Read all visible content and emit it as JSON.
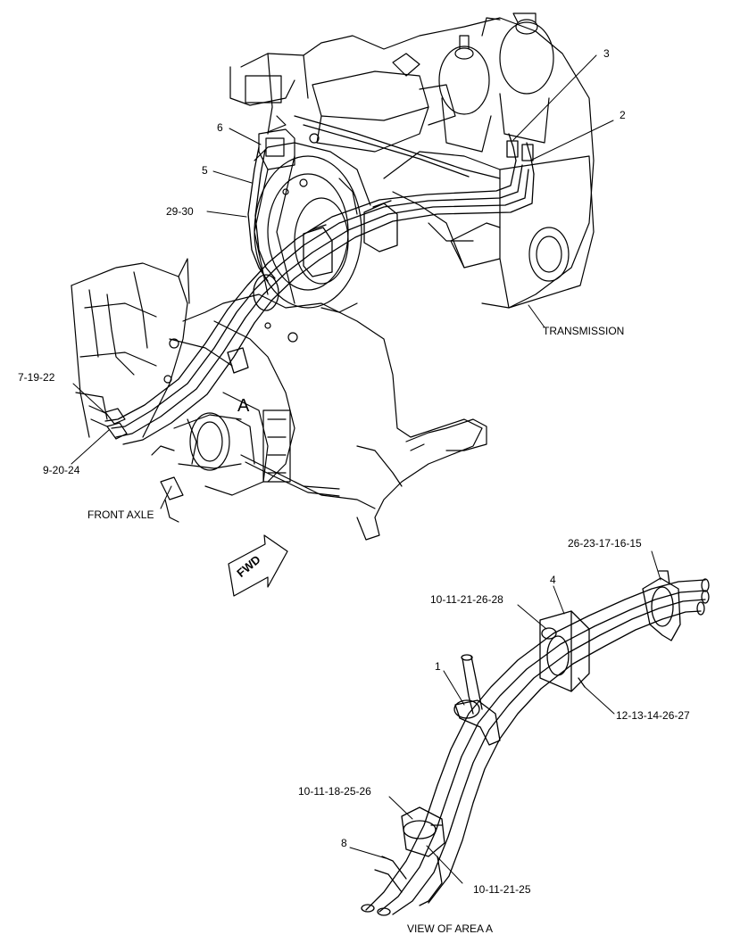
{
  "callouts": {
    "c3": "3",
    "c2": "2",
    "c6": "6",
    "c5": "5",
    "c2930": "29-30",
    "transmission": "TRANSMISSION",
    "c71922": "7-19-22",
    "areaA": "A",
    "c92024": "9-20-24",
    "frontAxle": "FRONT AXLE",
    "fwd": "FWD",
    "c2623": "26-23-17-16-15",
    "c4": "4",
    "c1011": "10-11-21-26-28",
    "c1": "1",
    "c1213": "12-13-14-26-27",
    "c101118": "10-11-18-25-26",
    "c8": "8",
    "c10112125": "10-11-21-25",
    "viewOfArea": "VIEW OF AREA A"
  }
}
